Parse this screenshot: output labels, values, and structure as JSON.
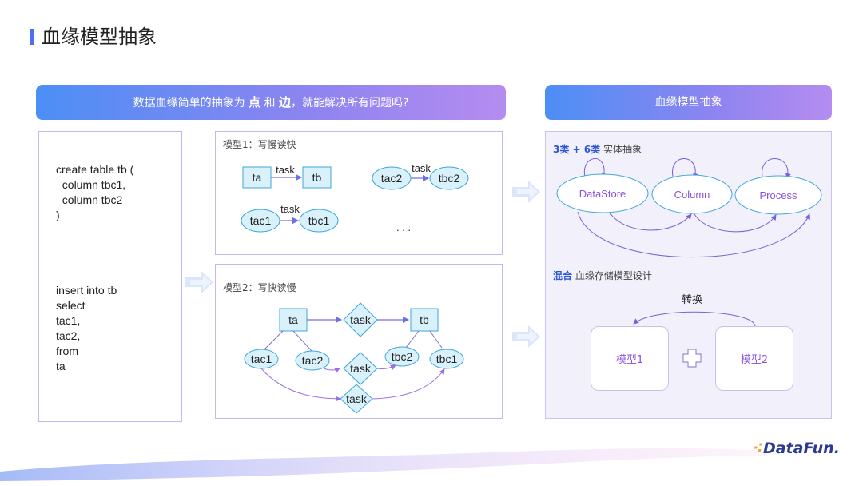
{
  "header": {
    "title": "血缘模型抽象"
  },
  "left_banner": {
    "prefix": "数据血缘简单的抽象为 ",
    "kw1": "点",
    "mid": " 和 ",
    "kw2": "边",
    "suffix": "，就能解决所有问题吗?"
  },
  "right_banner": {
    "text": "血缘模型抽象"
  },
  "sql": {
    "create": "create table tb (\n  column tbc1,\n  column tbc2\n)",
    "insert": "insert into tb\nselect\ntac1,\ntac2,\nfrom\nta"
  },
  "model1": {
    "title": "模型1：写慢读快",
    "nodes": {
      "ta": "ta",
      "tb": "tb",
      "tac2": "tac2",
      "tbc2": "tbc2",
      "tac1": "tac1",
      "tbc1": "tbc1"
    },
    "edge_label": "task",
    "ellipsis": ". . ."
  },
  "model2": {
    "title": "模型2：写快读慢",
    "nodes": {
      "ta": "ta",
      "tb": "tb",
      "tac1": "tac1",
      "tac2": "tac2",
      "tbc2": "tbc2",
      "tbc1": "tbc1"
    },
    "task": "task"
  },
  "entities": {
    "head_bold": "3类 + 6类",
    "head_rest": " 实体抽象",
    "items": [
      "DataStore",
      "Column",
      "Process"
    ]
  },
  "mixed": {
    "head_bold": "混合",
    "head_rest": " 血缘存储模型设计",
    "convert": "转换",
    "card1": "模型1",
    "card2": "模型2"
  },
  "logo": {
    "text": "DataFun."
  },
  "colors": {
    "accent": "#4f6df5",
    "node_fill": "#d8f1fb",
    "node_stroke": "#3fa6d8",
    "edge_purple": "#9b6ee8"
  }
}
